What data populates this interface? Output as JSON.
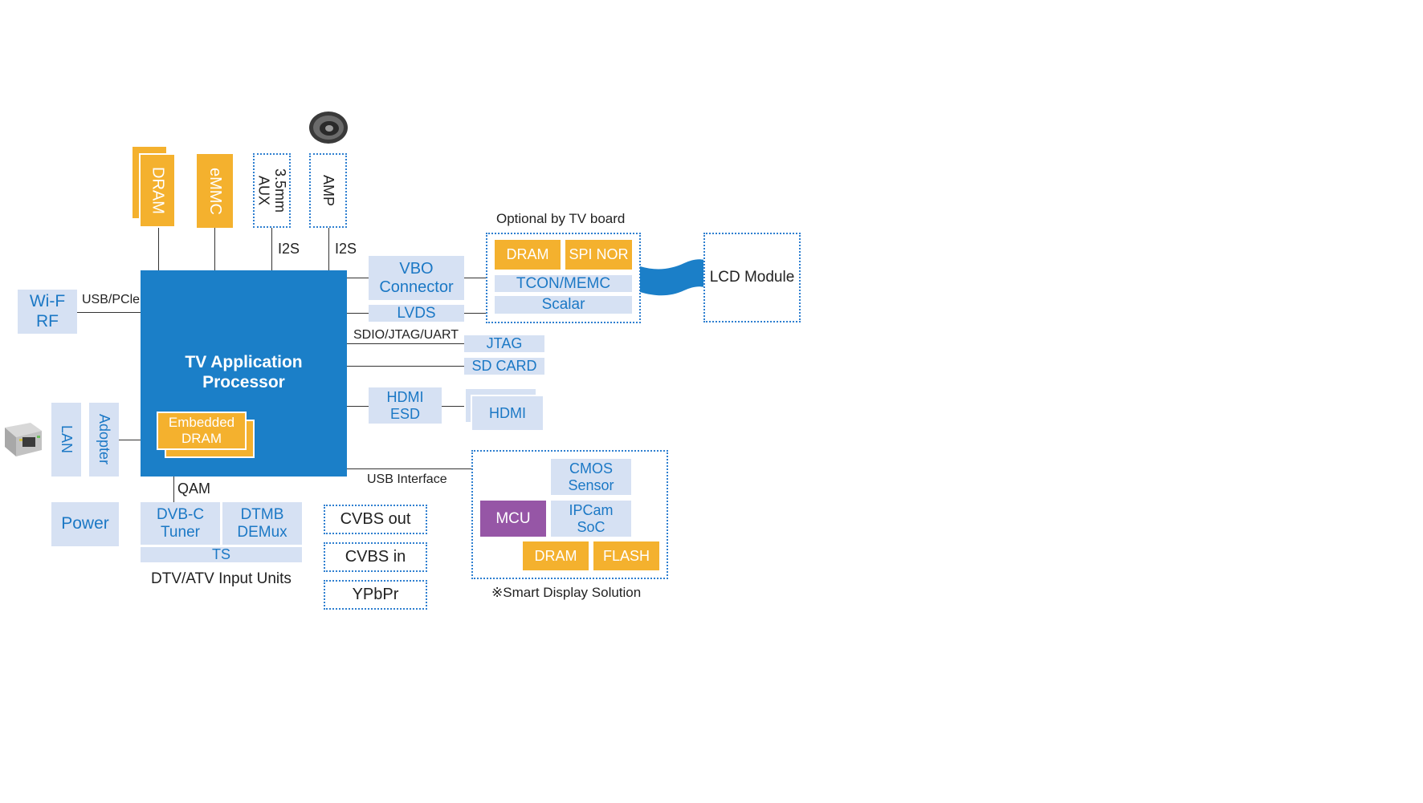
{
  "processor": {
    "title_line1": "TV Application",
    "title_line2": "Processor",
    "edram_line1": "Embedded",
    "edram_line2": "DRAM"
  },
  "memory": {
    "dram": "DRAM",
    "emmc": "eMMC"
  },
  "audio": {
    "aux_line1": "3.5mm",
    "aux_line2": "AUX",
    "amp": "AMP",
    "i2s_1": "I2S",
    "i2s_2": "I2S"
  },
  "wifi": {
    "line1": "Wi-F",
    "line2": "RF",
    "bus": "USB/PCle"
  },
  "network": {
    "lan": "LAN",
    "adapter": "Adopter"
  },
  "power": "Power",
  "dtv": {
    "qam": "QAM",
    "dvbc_line1": "DVB-C",
    "dvbc_line2": "Tuner",
    "dtmb_line1": "DTMB",
    "dtmb_line2": "DEMux",
    "ts": "TS",
    "caption": "DTV/ATV Input Units"
  },
  "analog_inputs": {
    "cvbs_out": "CVBS out",
    "cvbs_in": "CVBS in",
    "ypbpr": "YPbPr"
  },
  "display_out": {
    "vbo_line1": "VBO",
    "vbo_line2": "Connector",
    "lvds": "LVDS"
  },
  "tv_board": {
    "caption": "Optional by TV board",
    "dram": "DRAM",
    "spi_nor": "SPI NOR",
    "tcon": "TCON/MEMC",
    "scalar": "Scalar"
  },
  "lcd": "LCD Module",
  "debug": {
    "bus": "SDIO/JTAG/UART",
    "jtag": "JTAG",
    "sd": "SD CARD"
  },
  "hdmi": {
    "esd_line1": "HDMI",
    "esd_line2": "ESD",
    "port": "HDMI"
  },
  "smart": {
    "usb": "USB Interface",
    "cmos_line1": "CMOS",
    "cmos_line2": "Sensor",
    "mcu": "MCU",
    "ipcam_line1": "IPCam",
    "ipcam_line2": "SoC",
    "dram": "DRAM",
    "flash": "FLASH",
    "caption": "※Smart Display Solution"
  },
  "colors": {
    "processor_blue": "#1b7fc8",
    "light_blue": "#d6e1f3",
    "orange": "#f4b12e",
    "purple": "#9656a6",
    "text_blue": "#1b78c5"
  }
}
